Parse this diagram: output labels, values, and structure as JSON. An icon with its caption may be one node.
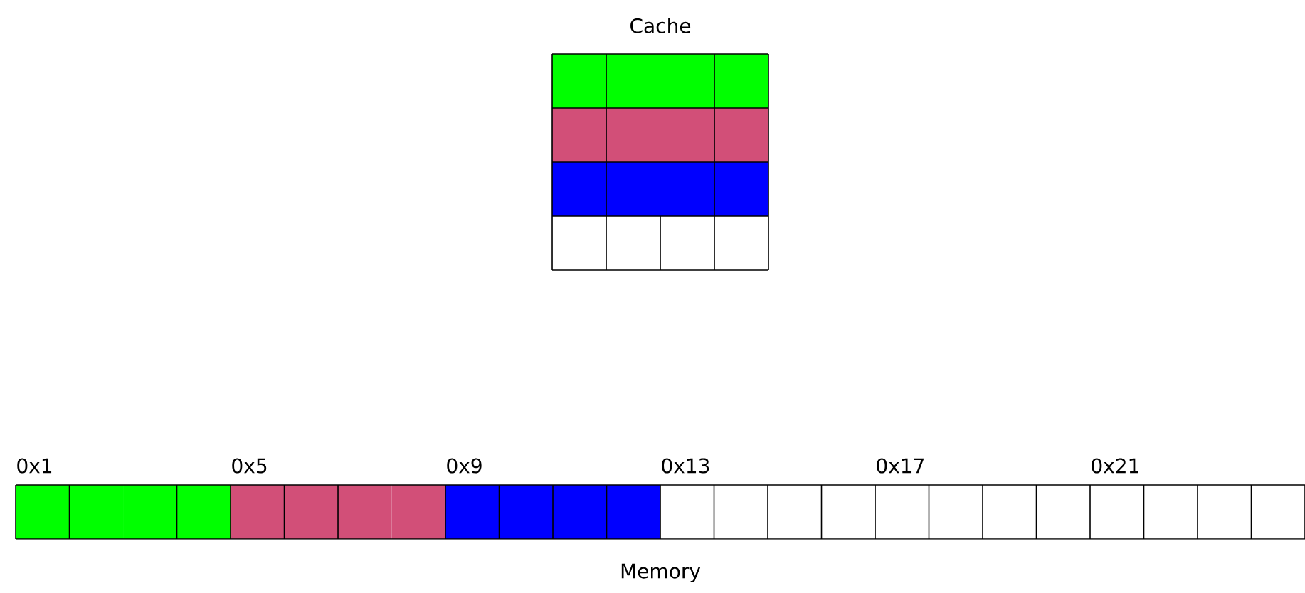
{
  "diagram": {
    "nodes": [
      {
        "text": [
          "Cache"
        ]
      },
      {
        "text": [
          "Memory"
        ]
      }
    ],
    "labels": [
      "0x1",
      "0x5",
      "0x9",
      "0x13",
      "0x17",
      "0x21"
    ]
  }
}
